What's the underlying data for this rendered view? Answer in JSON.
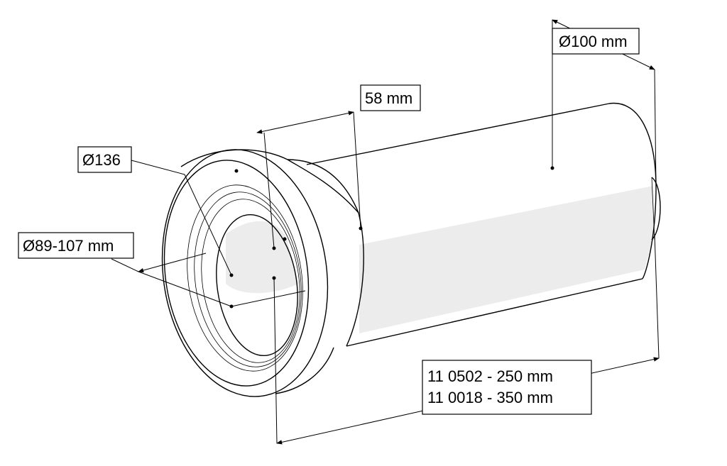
{
  "labels": {
    "outer_diameter": "Ø100 mm",
    "socket_depth": "58 mm",
    "collar_diameter": "Ø136",
    "seal_range": "Ø89-107 mm",
    "length_line_1": "11 0502 - 250 mm",
    "length_line_2": "11 0018 - 350 mm"
  }
}
